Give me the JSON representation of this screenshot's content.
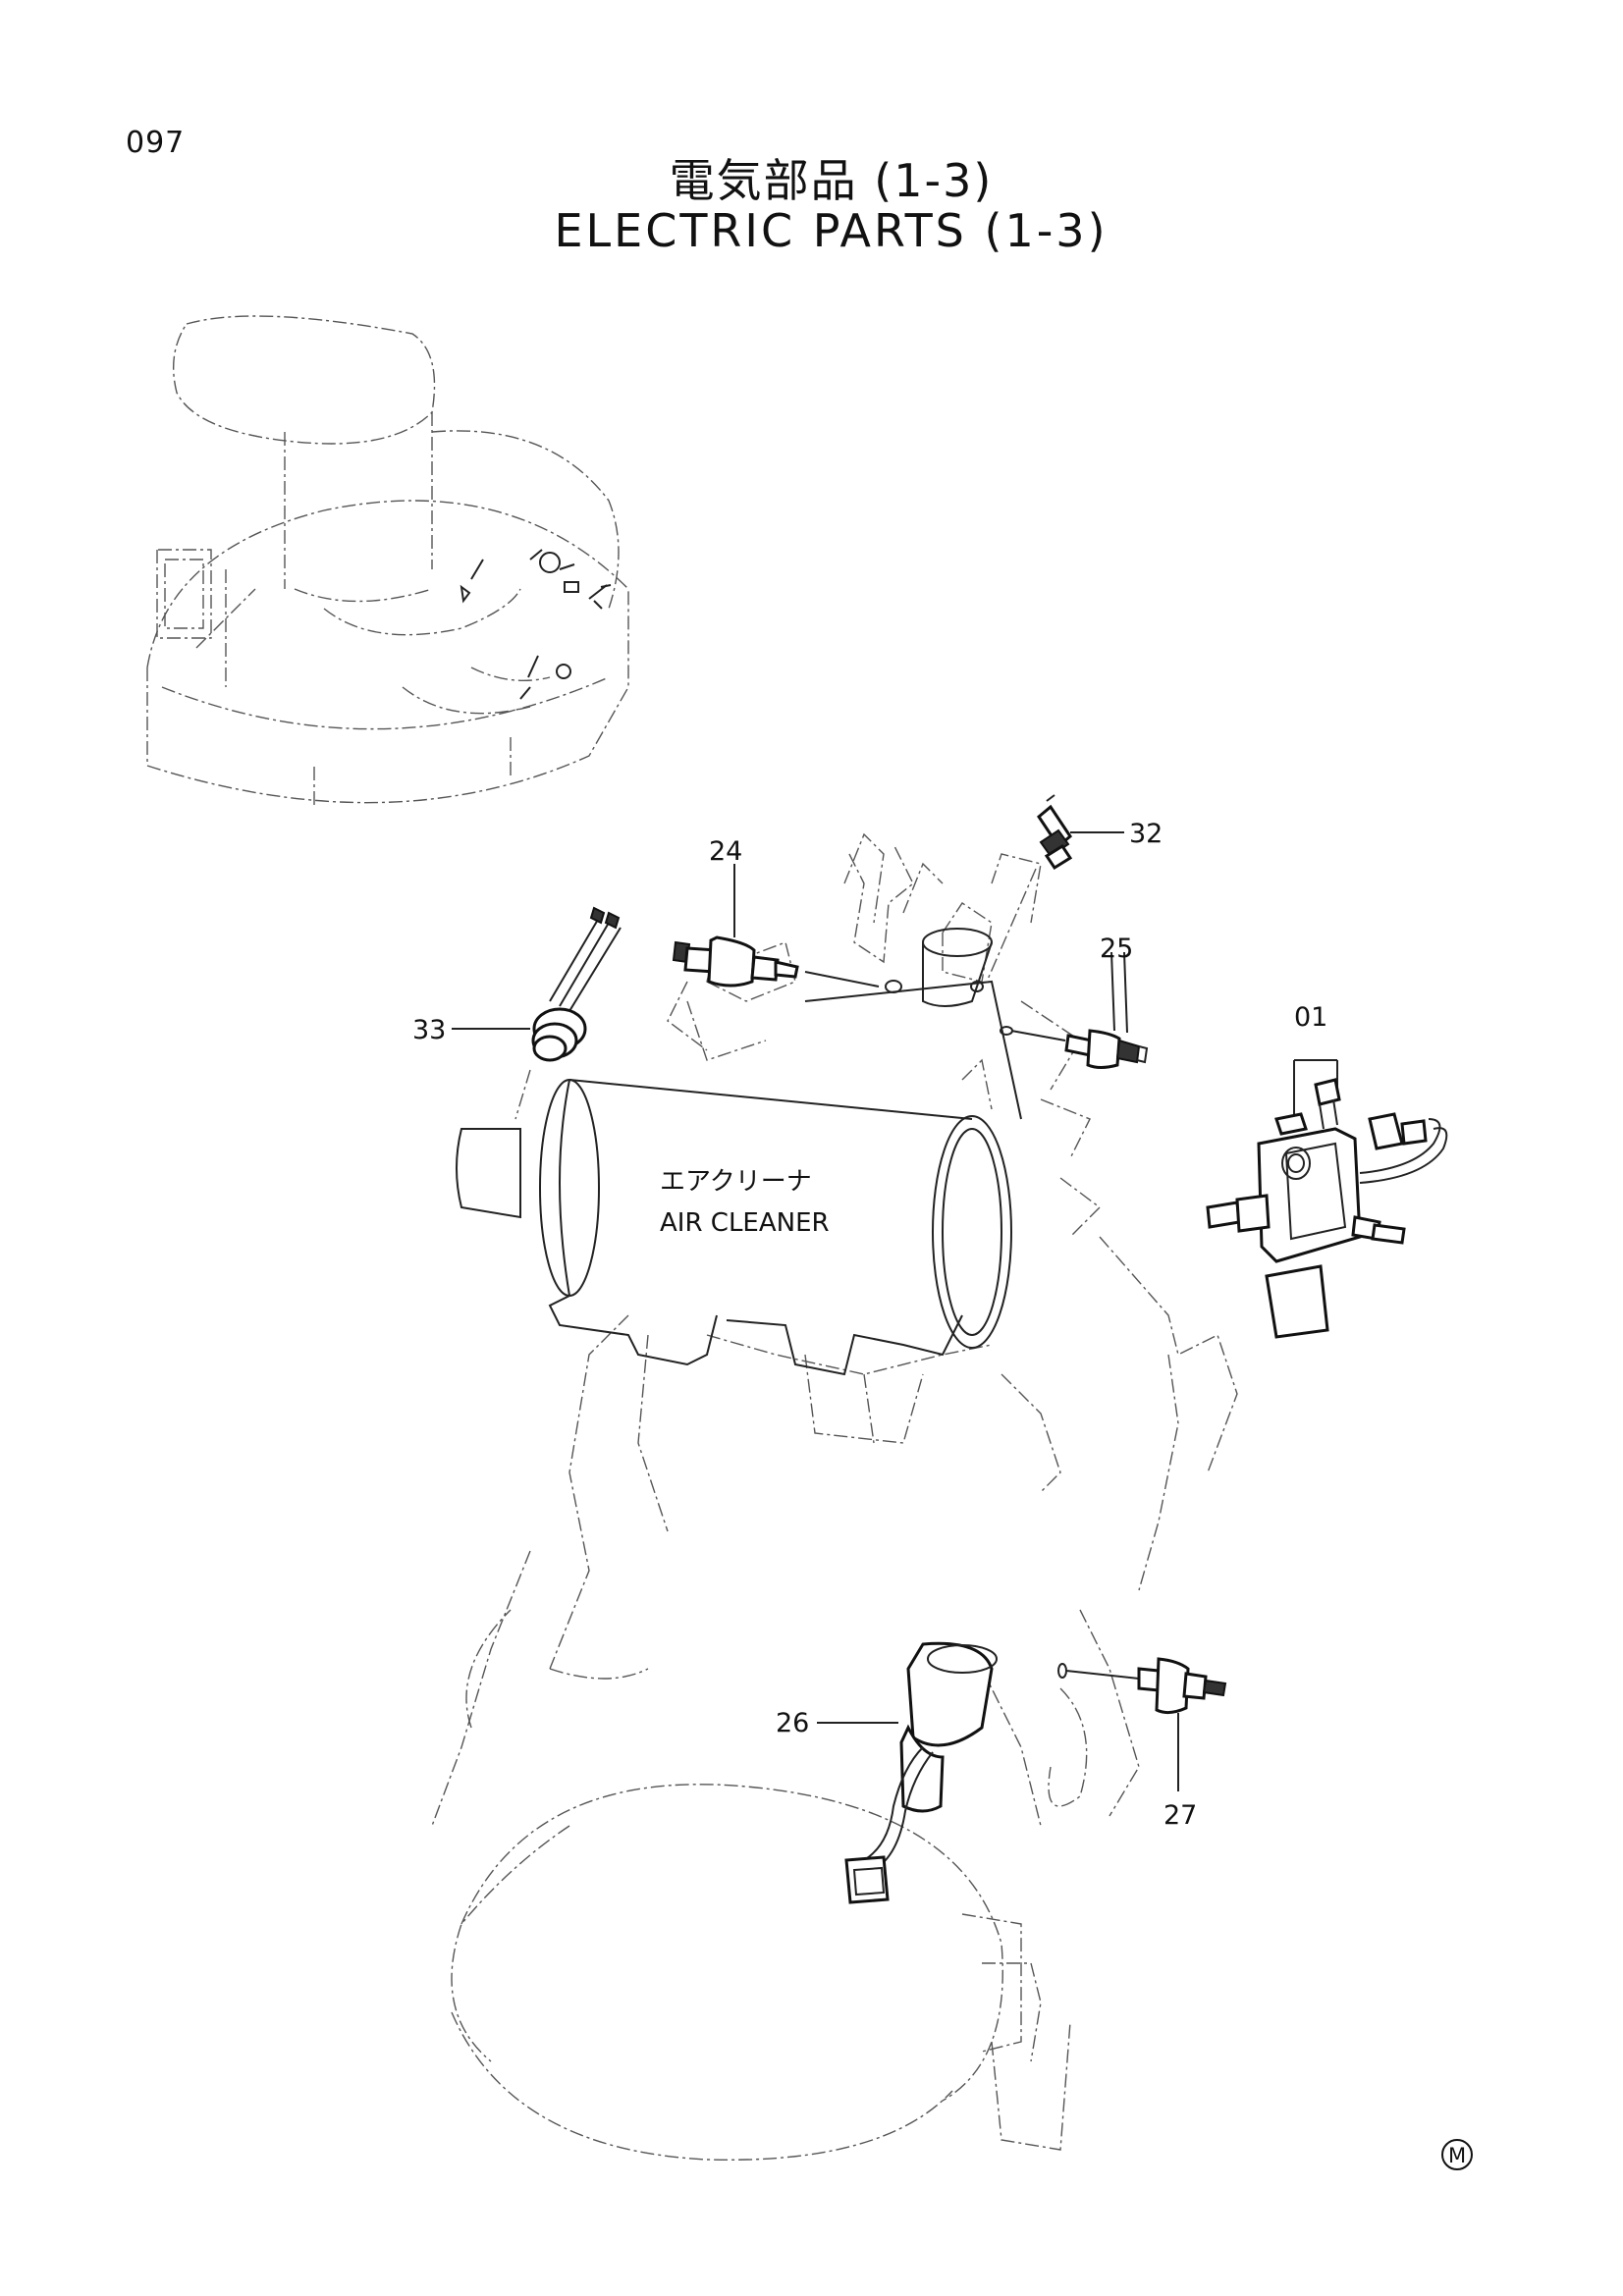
{
  "page": {
    "number": "097"
  },
  "title": {
    "japanese": "電気部品 (1-3)",
    "english": "ELECTRIC PARTS (1-3)"
  },
  "labels": {
    "air_cleaner_jp": "エアクリーナ",
    "air_cleaner_en": "AIR CLEANER"
  },
  "callouts": [
    "32",
    "24",
    "25",
    "01",
    "33",
    "26",
    "27"
  ],
  "mark": "M"
}
